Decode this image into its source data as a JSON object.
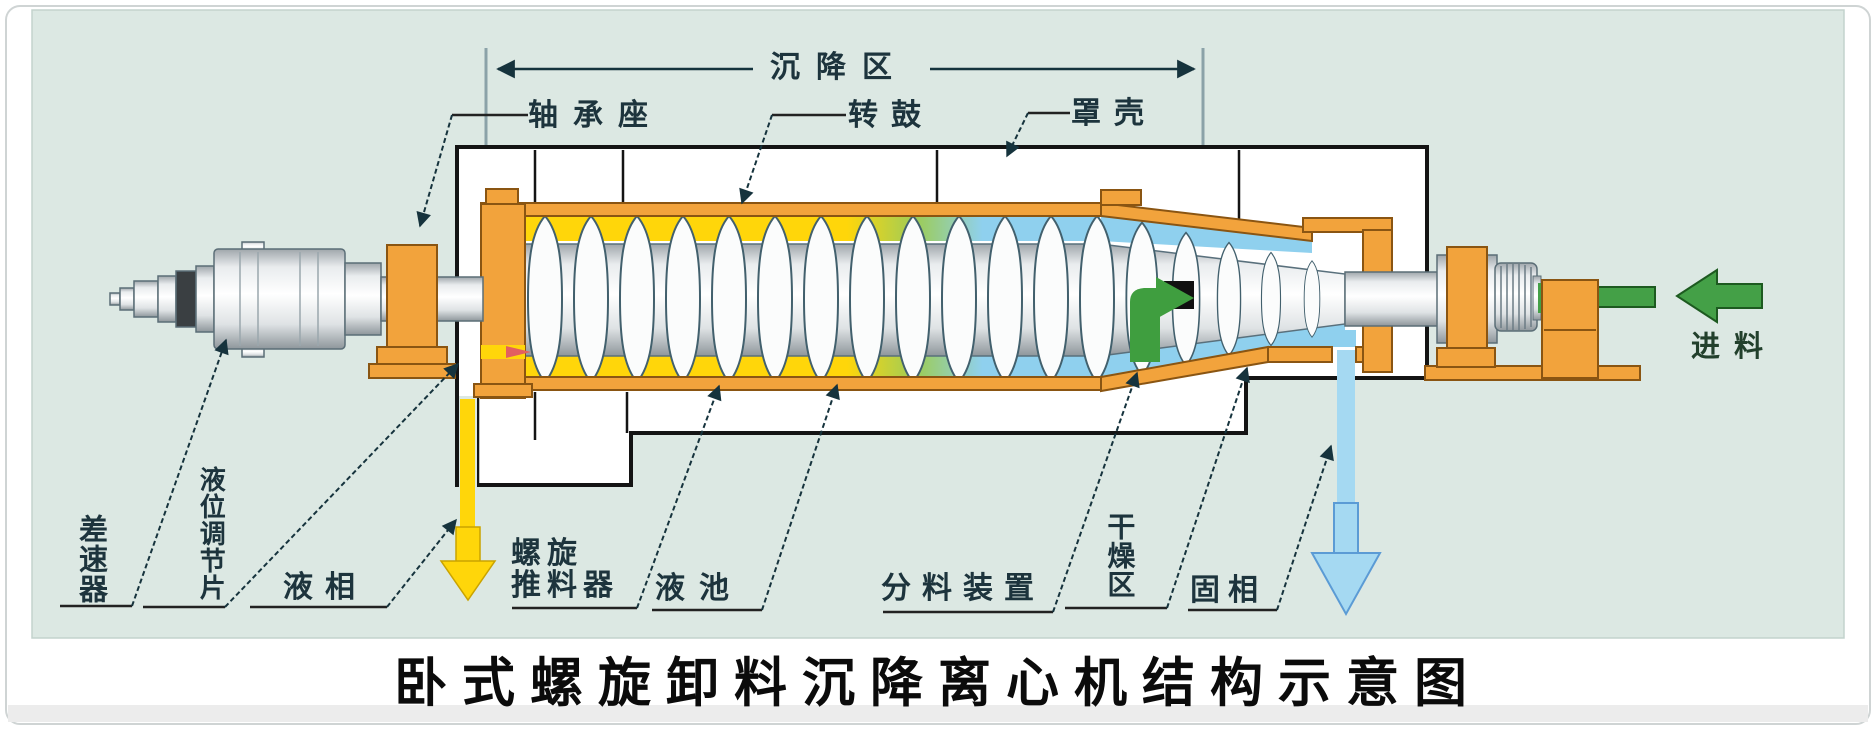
{
  "figure": {
    "title": "卧式螺旋卸料沉降离心机结构示意图",
    "zone_label": "沉降区",
    "labels": {
      "bearing_seat": "轴承座",
      "drum": "转鼓",
      "casing": "罩壳",
      "differential": "差速器",
      "level_adjust_plate": "液位调节片",
      "liquid_phase": "液相",
      "screw_pusher_line1": "螺旋",
      "screw_pusher_line2": "推料器",
      "liquid_pool": "液池",
      "feed_distributor": "分料装置",
      "drying_zone": "干燥区",
      "solid_phase": "固相",
      "feed": "进料"
    },
    "colors": {
      "panel_bg": "#dce8e3",
      "drum_orange": "#f2a33c",
      "liquid_yellow": "#ffd60a",
      "liquid_blue": "#8fd0ee",
      "feed_green": "#44a047",
      "metal_gray": "#c9ced2",
      "outline_black": "#141414"
    }
  }
}
